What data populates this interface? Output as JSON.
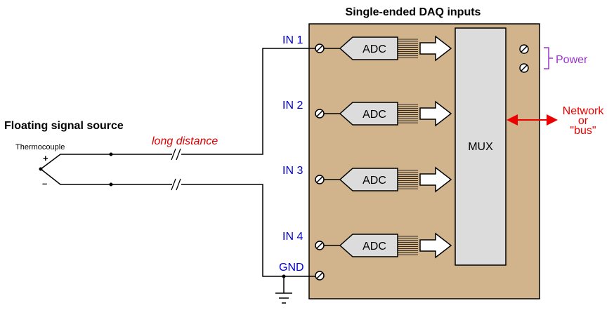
{
  "title": "Single-ended DAQ inputs",
  "source_label": "Floating signal source",
  "sensor_label": "Thermocouple",
  "plus_sign": "+",
  "minus_sign": "–",
  "distance_label": "long distance",
  "inputs": [
    "IN 1",
    "IN 2",
    "IN 3",
    "IN 4"
  ],
  "gnd_label": "GND",
  "adc_label": "ADC",
  "mux_label": "MUX",
  "power_label": "Power",
  "network_lines": [
    "Network",
    "or",
    "\"bus\""
  ],
  "colors": {
    "board": "#d2b48c",
    "input_labels": "#0000cc",
    "distance": "#dd0000",
    "power": "#9933cc",
    "network": "#ee0000",
    "adc_fill": "#dcdcdc",
    "mux_fill": "#dcdcdc"
  }
}
